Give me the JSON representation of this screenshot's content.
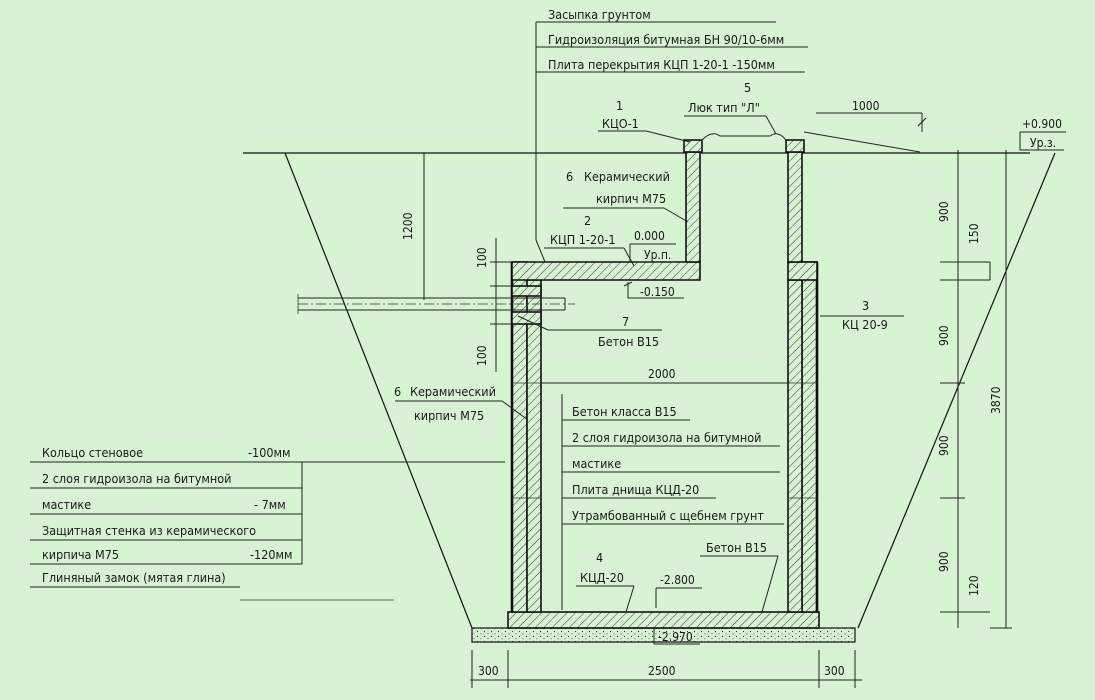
{
  "top_callouts": [
    "Засыпка грунтом",
    "Гидроизоляция битумная БН 90/10-6мм",
    "Плита перекрытия КЦП 1-20-1   -150мм"
  ],
  "parts": {
    "p1": {
      "num": "1",
      "name": "КЦО-1"
    },
    "p2": {
      "num": "2",
      "name": "КЦП 1-20-1"
    },
    "p3": {
      "num": "3",
      "name": "КЦ 20-9"
    },
    "p4": {
      "num": "4",
      "name": "КЦД-20"
    },
    "p5": {
      "num": "5",
      "name": "Люк тип \"Л\""
    },
    "p7": {
      "num": "7",
      "name": "Бетон В15"
    }
  },
  "brick_upper": {
    "num": "6",
    "line1": "Керамический",
    "line2": "кирпич М75"
  },
  "brick_lower": {
    "num": "6",
    "line1": "Керамический",
    "line2": "кирпич М75"
  },
  "inner_layers": [
    "Бетон класса В15",
    "2 слоя гидроизола на битумной",
    "мастике",
    "Плита днища КЦД-20",
    "Утрамбованный с щебнем грунт"
  ],
  "beton_right": "Бетон В15",
  "left_layers": {
    "r1_name": "Кольцо стеновое",
    "r1_thk": "-100мм",
    "r2_line1": "2 слоя гидроизола на битумной",
    "r2_name": "мастике",
    "r2_thk": "- 7мм",
    "r3_line1": "Защитная стенка из керамического",
    "r3_name": "кирпича М75",
    "r3_thk": "-120мм",
    "r4_name": "Глиняный замок (мятая глина)"
  },
  "levels": {
    "top": "+0.900",
    "top_name": "Ур.з.",
    "zero": "0.000",
    "zero_name": "Ур.п.",
    "m150": "-0.150",
    "m2800": "-2.800",
    "m2970": "-2.970"
  },
  "dims": {
    "d1000": "1000",
    "d1200": "1200",
    "d100a": "100",
    "d100b": "100",
    "d2000": "2000",
    "r900a": "900",
    "r150": "150",
    "r900b": "900",
    "r900c": "900",
    "r900d": "900",
    "r120": "120",
    "r3870": "3870",
    "b300a": "300",
    "b2500": "2500",
    "b300b": "300"
  }
}
